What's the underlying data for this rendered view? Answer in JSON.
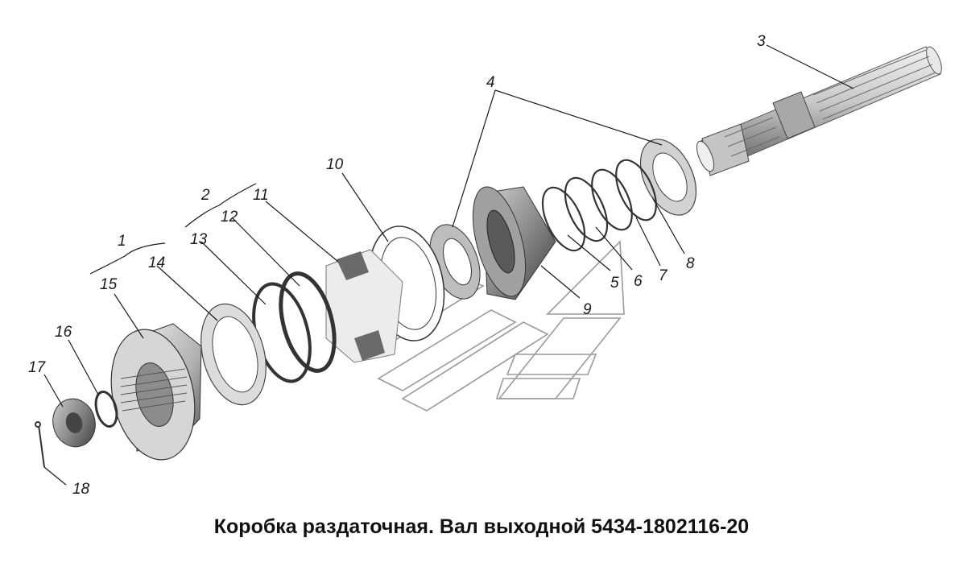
{
  "title": "Коробка раздаточная. Вал выходной 5434-1802116-20",
  "callouts": [
    "1",
    "2",
    "3",
    "4",
    "5",
    "6",
    "7",
    "8",
    "9",
    "10",
    "11",
    "12",
    "13",
    "14",
    "15",
    "16",
    "17",
    "18"
  ],
  "colors": {
    "ink": "#1a1a1a",
    "part_light": "#e4e4e4",
    "part_mid": "#bdbdbd",
    "part_dark": "#6b6b6b",
    "watermark": "#9a9a9a"
  }
}
